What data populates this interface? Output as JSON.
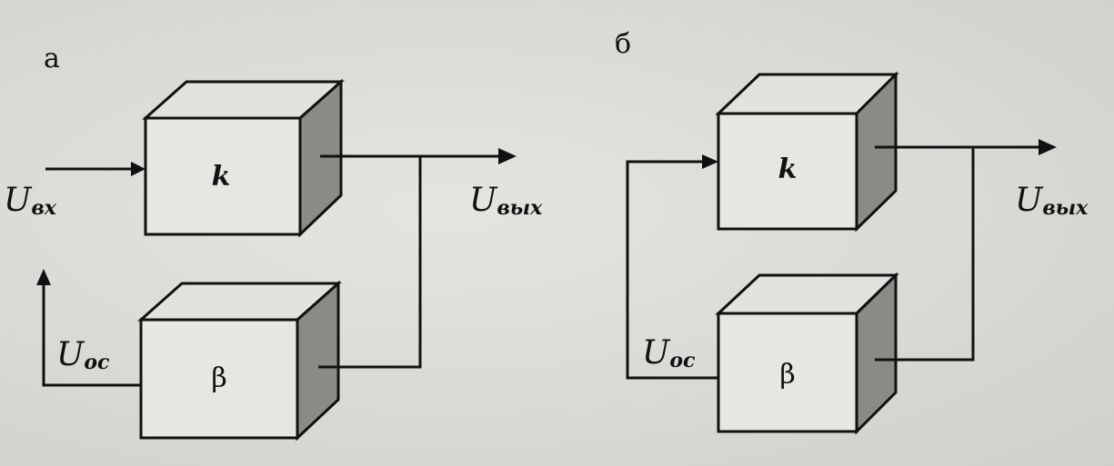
{
  "panels": {
    "a": {
      "label": "а",
      "gain_block": "k",
      "feedback_block": "β",
      "input": {
        "main": "U",
        "sub": "вх"
      },
      "output": {
        "main": "U",
        "sub": "вых"
      },
      "feedback": {
        "main": "U",
        "sub": "ос"
      }
    },
    "b": {
      "label": "б",
      "gain_block": "k",
      "feedback_block": "β",
      "output": {
        "main": "U",
        "sub": "вых"
      },
      "feedback": {
        "main": "U",
        "sub": "ос"
      }
    }
  },
  "colors": {
    "ink": "#111111",
    "box_face": "#e6e6e2",
    "box_side": "#8a8a86",
    "paper": "#dcdcd8"
  }
}
